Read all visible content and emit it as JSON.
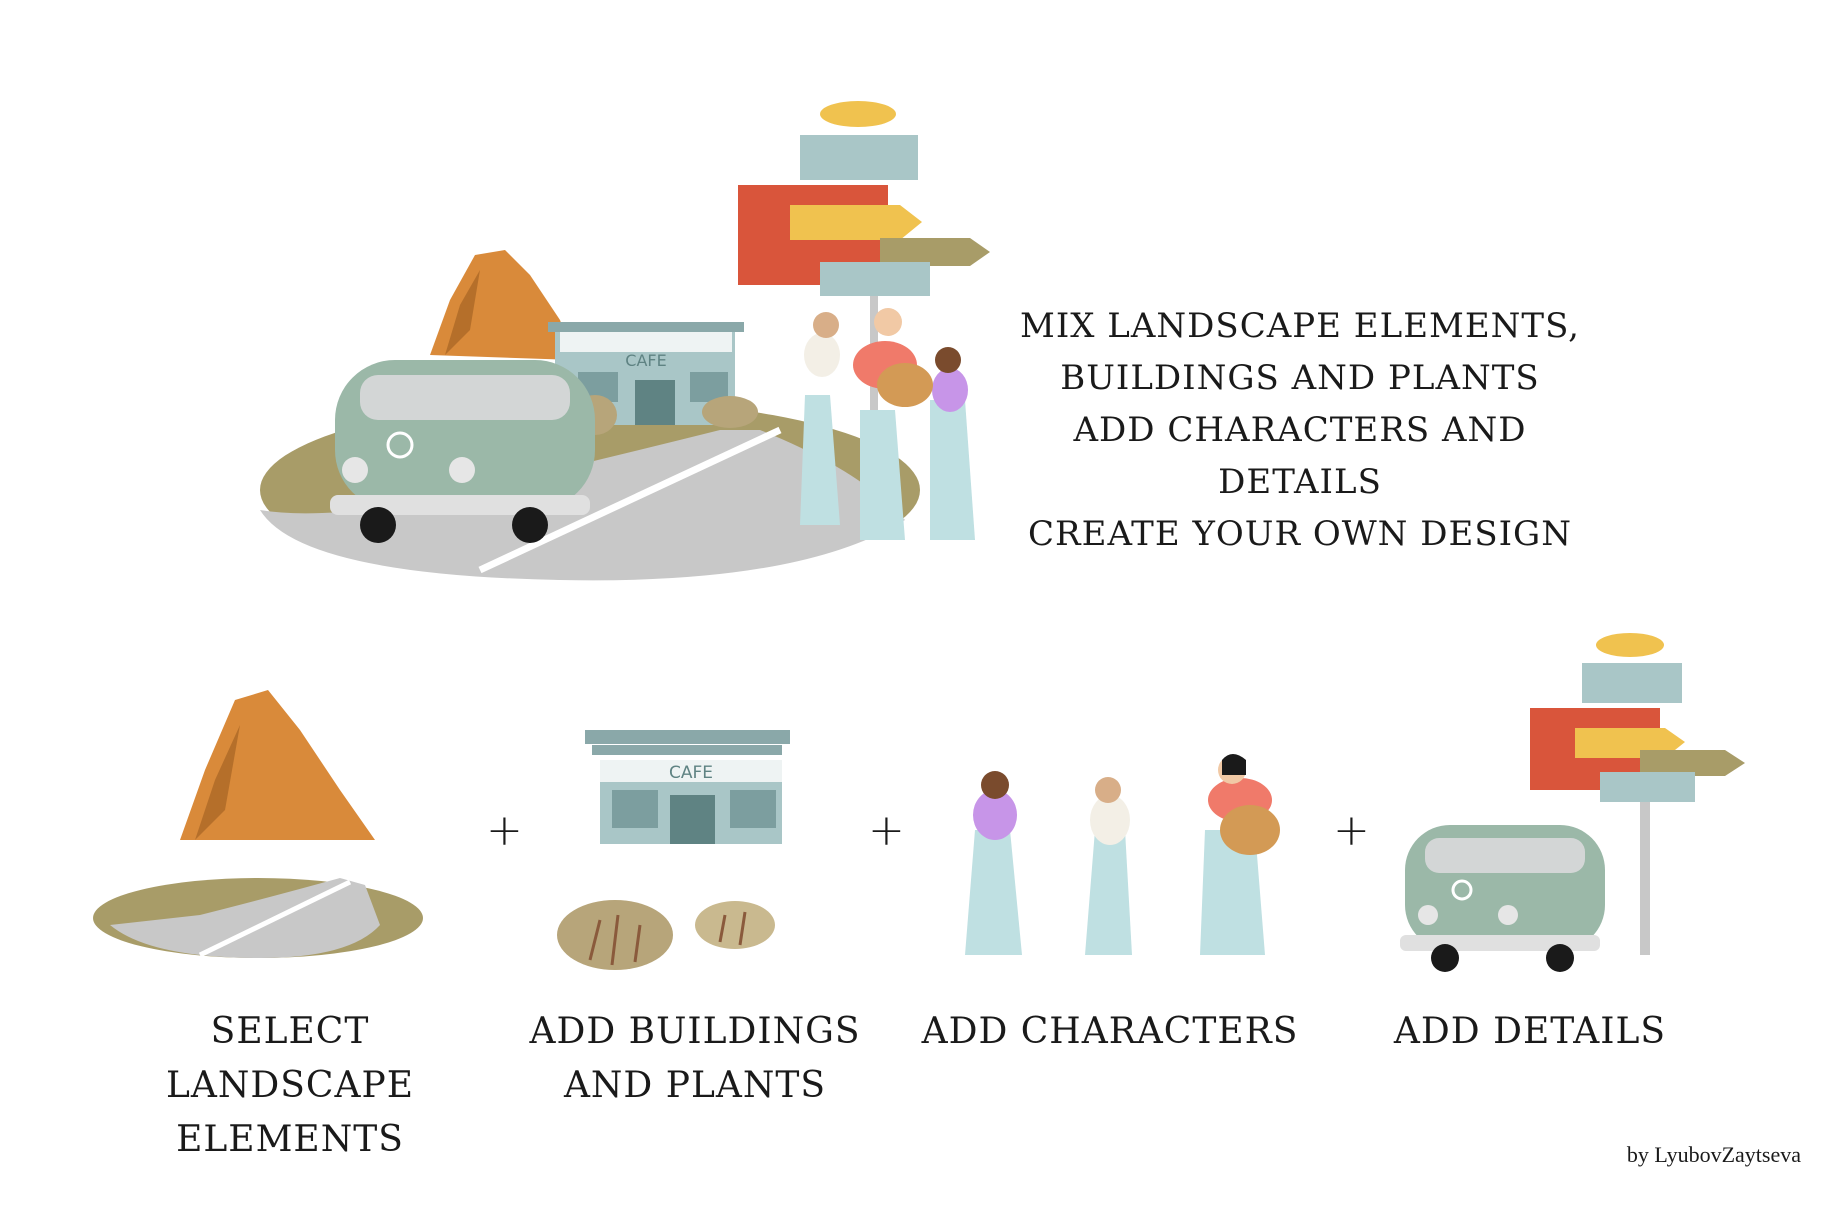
{
  "headline": {
    "line1": "MIX LANDSCAPE ELEMENTS,",
    "line2": "BUILDINGS AND PLANTS",
    "line3": "ADD CHARACTERS AND DETAILS",
    "line4": "CREATE YOUR OWN DESIGN"
  },
  "cafe_sign": "CAFE",
  "steps": [
    {
      "line1": "SELECT LANDSCAPE",
      "line2": "ELEMENTS"
    },
    {
      "line1": "ADD BUILDINGS",
      "line2": "AND PLANTS"
    },
    {
      "line1": "ADD CHARACTERS",
      "line2": ""
    },
    {
      "line1": "ADD DETAILS",
      "line2": ""
    }
  ],
  "plus_symbol": "+",
  "credit": "by LyubovZaytseva",
  "colors": {
    "rock": "#d98a3a",
    "road": "#c8c8c8",
    "grass": "#a89c68",
    "teal": "#a9c6c7",
    "sign_red": "#d9553b",
    "sign_yellow": "#f0c24f",
    "van": "#9bb8a8"
  },
  "illustrations": [
    "hero-scene",
    "rock",
    "road-island",
    "cafe-building",
    "bush",
    "hippie-girls",
    "road-signs",
    "hippie-van"
  ]
}
